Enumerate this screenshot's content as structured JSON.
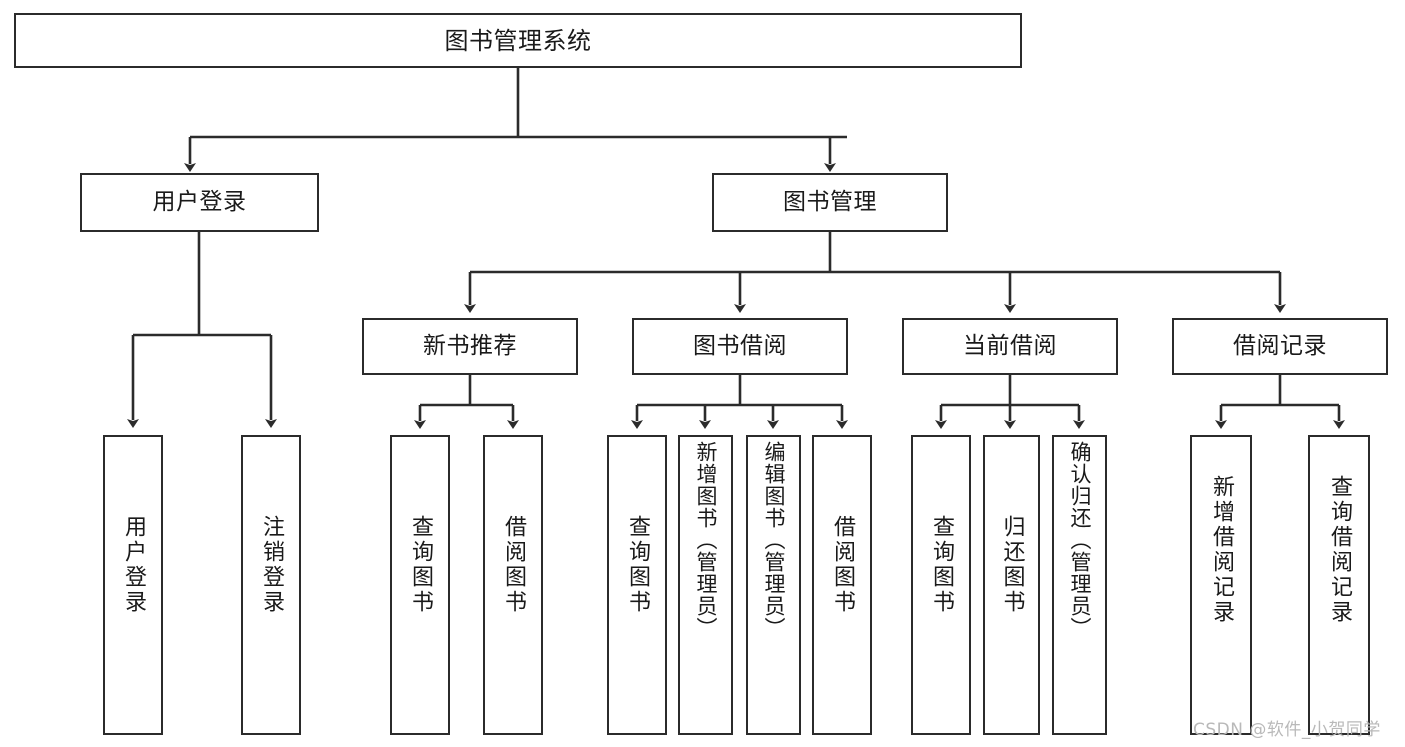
{
  "diagram": {
    "title": "图书管理系统",
    "type": "tree",
    "orientation": "top-down",
    "colors": {
      "box_border": "#2b2b2b",
      "box_fill": "#ffffff",
      "edge": "#2b2b2b",
      "text": "#1a1a1a",
      "watermark": "#b9b9b9",
      "background": "#ffffff"
    },
    "root": {
      "id": "root",
      "label": "图书管理系统",
      "orientation": "horizontal"
    },
    "level2": [
      {
        "id": "user-login",
        "label": "用户登录",
        "orientation": "horizontal",
        "children": [
          {
            "id": "user-login-login",
            "label": "用户登录",
            "orientation": "vertical"
          },
          {
            "id": "user-login-logout",
            "label": "注销登录",
            "orientation": "vertical"
          }
        ]
      },
      {
        "id": "book-management",
        "label": "图书管理",
        "orientation": "horizontal",
        "children": []
      }
    ],
    "level3": [
      {
        "id": "new-book-recommend",
        "label": "新书推荐",
        "orientation": "horizontal",
        "children": [
          {
            "id": "recommend-query-book",
            "label": "查询图书",
            "orientation": "vertical"
          },
          {
            "id": "recommend-borrow-book",
            "label": "借阅图书",
            "orientation": "vertical"
          }
        ]
      },
      {
        "id": "book-borrow",
        "label": "图书借阅",
        "orientation": "horizontal",
        "children": [
          {
            "id": "borrow-query-book",
            "label": "查询图书",
            "orientation": "vertical"
          },
          {
            "id": "borrow-add-book",
            "label": "新增图书（管理员）",
            "orientation": "vertical"
          },
          {
            "id": "borrow-edit-book",
            "label": "编辑图书（管理员）",
            "orientation": "vertical"
          },
          {
            "id": "borrow-borrow-book",
            "label": "借阅图书",
            "orientation": "vertical"
          }
        ]
      },
      {
        "id": "current-borrow",
        "label": "当前借阅",
        "orientation": "horizontal",
        "children": [
          {
            "id": "current-query-book",
            "label": "查询图书",
            "orientation": "vertical"
          },
          {
            "id": "current-return-book",
            "label": "归还图书",
            "orientation": "vertical"
          },
          {
            "id": "current-confirm-return",
            "label": "确认归还（管理员）",
            "orientation": "vertical"
          }
        ]
      },
      {
        "id": "borrow-record",
        "label": "借阅记录",
        "orientation": "horizontal",
        "children": [
          {
            "id": "record-add",
            "label": "新增借阅记录",
            "orientation": "vertical"
          },
          {
            "id": "record-query",
            "label": "查询借阅记录",
            "orientation": "vertical"
          }
        ]
      }
    ]
  },
  "watermark": {
    "text": "CSDN @软件_小贺同学"
  }
}
